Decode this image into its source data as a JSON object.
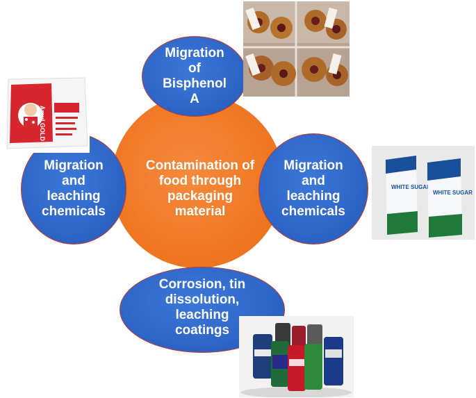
{
  "diagram": {
    "center": {
      "line1": "Contamination of",
      "line2": "food through",
      "line3": "packaging",
      "line4": "material"
    },
    "nodes": {
      "top": {
        "line1": "Migration",
        "line2": "of",
        "line3": "Bisphenol",
        "line4": "A"
      },
      "left": {
        "line1": "Migration",
        "line2": "and",
        "line3": "leaching",
        "line4": "chemicals"
      },
      "right": {
        "line1": "Migration",
        "line2": "and",
        "line3": "leaching",
        "line4": "chemicals"
      },
      "bottom": {
        "line1": "Corrosion, tin",
        "line2": "dissolution,",
        "line3": "leaching",
        "line4": "coatings"
      }
    },
    "colors": {
      "center_fill": "#ee7420",
      "node_fill": "#2f66c8",
      "node_border": "#c0392b",
      "text": "#ffffff"
    },
    "images": {
      "milk_pouch_label": "Amul GOLD",
      "sugar_label": "WHITE SUGAR"
    }
  }
}
